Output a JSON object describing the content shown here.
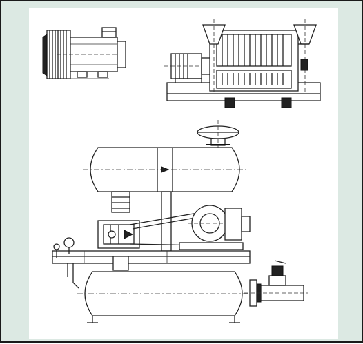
{
  "figure": {
    "background_color": "#dce9e3",
    "panel_color": "#ffffff",
    "line_color": "#222222",
    "views": [
      "blower-top-view",
      "filter-unit-side-view",
      "assembly-elevation-view"
    ]
  }
}
